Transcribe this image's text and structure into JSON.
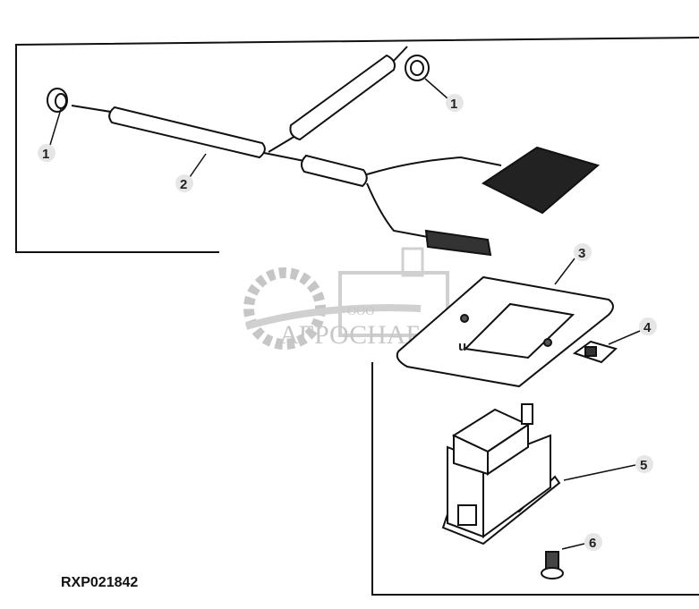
{
  "diagram": {
    "reference_code": "RXP021842",
    "callouts": [
      "1",
      "1",
      "2",
      "3",
      "4",
      "5",
      "6"
    ],
    "stray_mark": "u"
  },
  "watermark": {
    "prefix": "ООО",
    "name": "АГРОСНАБ"
  },
  "colors": {
    "line": "#111111",
    "callout_bubble": "#e6e6e6",
    "watermark": "#9a9a9a"
  }
}
